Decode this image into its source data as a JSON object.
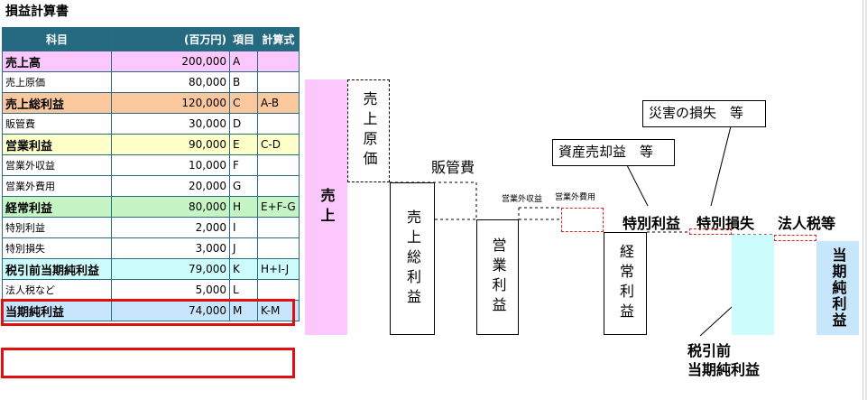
{
  "title": "損益計算書",
  "table": {
    "headers": [
      "科目",
      "(百万円)",
      "項目",
      "計算式"
    ],
    "rows": [
      {
        "label": "売上高",
        "value": "200,000",
        "item": "A",
        "formula": "",
        "bg": "#fcc7fc",
        "bold": true
      },
      {
        "label": "売上原価",
        "value": "80,000",
        "item": "B",
        "formula": "",
        "bg": "#ffffff",
        "bold": false
      },
      {
        "label": "売上総利益",
        "value": "120,000",
        "item": "C",
        "formula": "A-B",
        "bg": "#fbc79d",
        "bold": true
      },
      {
        "label": "販管費",
        "value": "30,000",
        "item": "D",
        "formula": "",
        "bg": "#ffffff",
        "bold": false
      },
      {
        "label": "営業利益",
        "value": "90,000",
        "item": "E",
        "formula": "C-D",
        "bg": "#ffffc8",
        "bold": true
      },
      {
        "label": "営業外収益",
        "value": "10,000",
        "item": "F",
        "formula": "",
        "bg": "#ffffff",
        "bold": false
      },
      {
        "label": "営業外費用",
        "value": "20,000",
        "item": "G",
        "formula": "",
        "bg": "#ffffff",
        "bold": false
      },
      {
        "label": "経常利益",
        "value": "80,000",
        "item": "H",
        "formula": "E+F-G",
        "bg": "#c5f4c5",
        "bold": true
      },
      {
        "label": "特別利益",
        "value": "2,000",
        "item": "I",
        "formula": "",
        "bg": "#ffffff",
        "bold": false
      },
      {
        "label": "特別損失",
        "value": "3,000",
        "item": "J",
        "formula": "",
        "bg": "#ffffff",
        "bold": false
      },
      {
        "label": "税引前当期純利益",
        "value": "79,000",
        "item": "K",
        "formula": "H+I-J",
        "bg": "#ccfcfc",
        "bold": true
      },
      {
        "label": "法人税など",
        "value": "5,000",
        "item": "L",
        "formula": "",
        "bg": "#ffffff",
        "bold": false
      },
      {
        "label": "当期純利益",
        "value": "74,000",
        "item": "M",
        "formula": "K-M",
        "bg": "#c7e6fb",
        "bold": true
      }
    ]
  },
  "diagram": {
    "sales": "売上",
    "cogs": "売上原価",
    "gross_profit": "売上総利益",
    "sga": "販管費",
    "operating_profit": "営業利益",
    "non_op_income": "営業外収益",
    "non_op_expense": "営業外費用",
    "ordinary_profit": "経常利益",
    "extraordinary_income": "特別利益",
    "extraordinary_loss": "特別損失",
    "corporate_tax": "法人税等",
    "net_income": "当期純利益",
    "pretax_line1": "税引前",
    "pretax_line2": "当期純利益",
    "callout_asset": "資産売却益　等",
    "callout_disaster": "災害の損失　等"
  },
  "colors": {
    "header_bg": "#256a81",
    "highlight": "#e01010",
    "sales": "#fcc7fc",
    "pretax": "#ccfcfc",
    "net": "#c7e6fb"
  }
}
